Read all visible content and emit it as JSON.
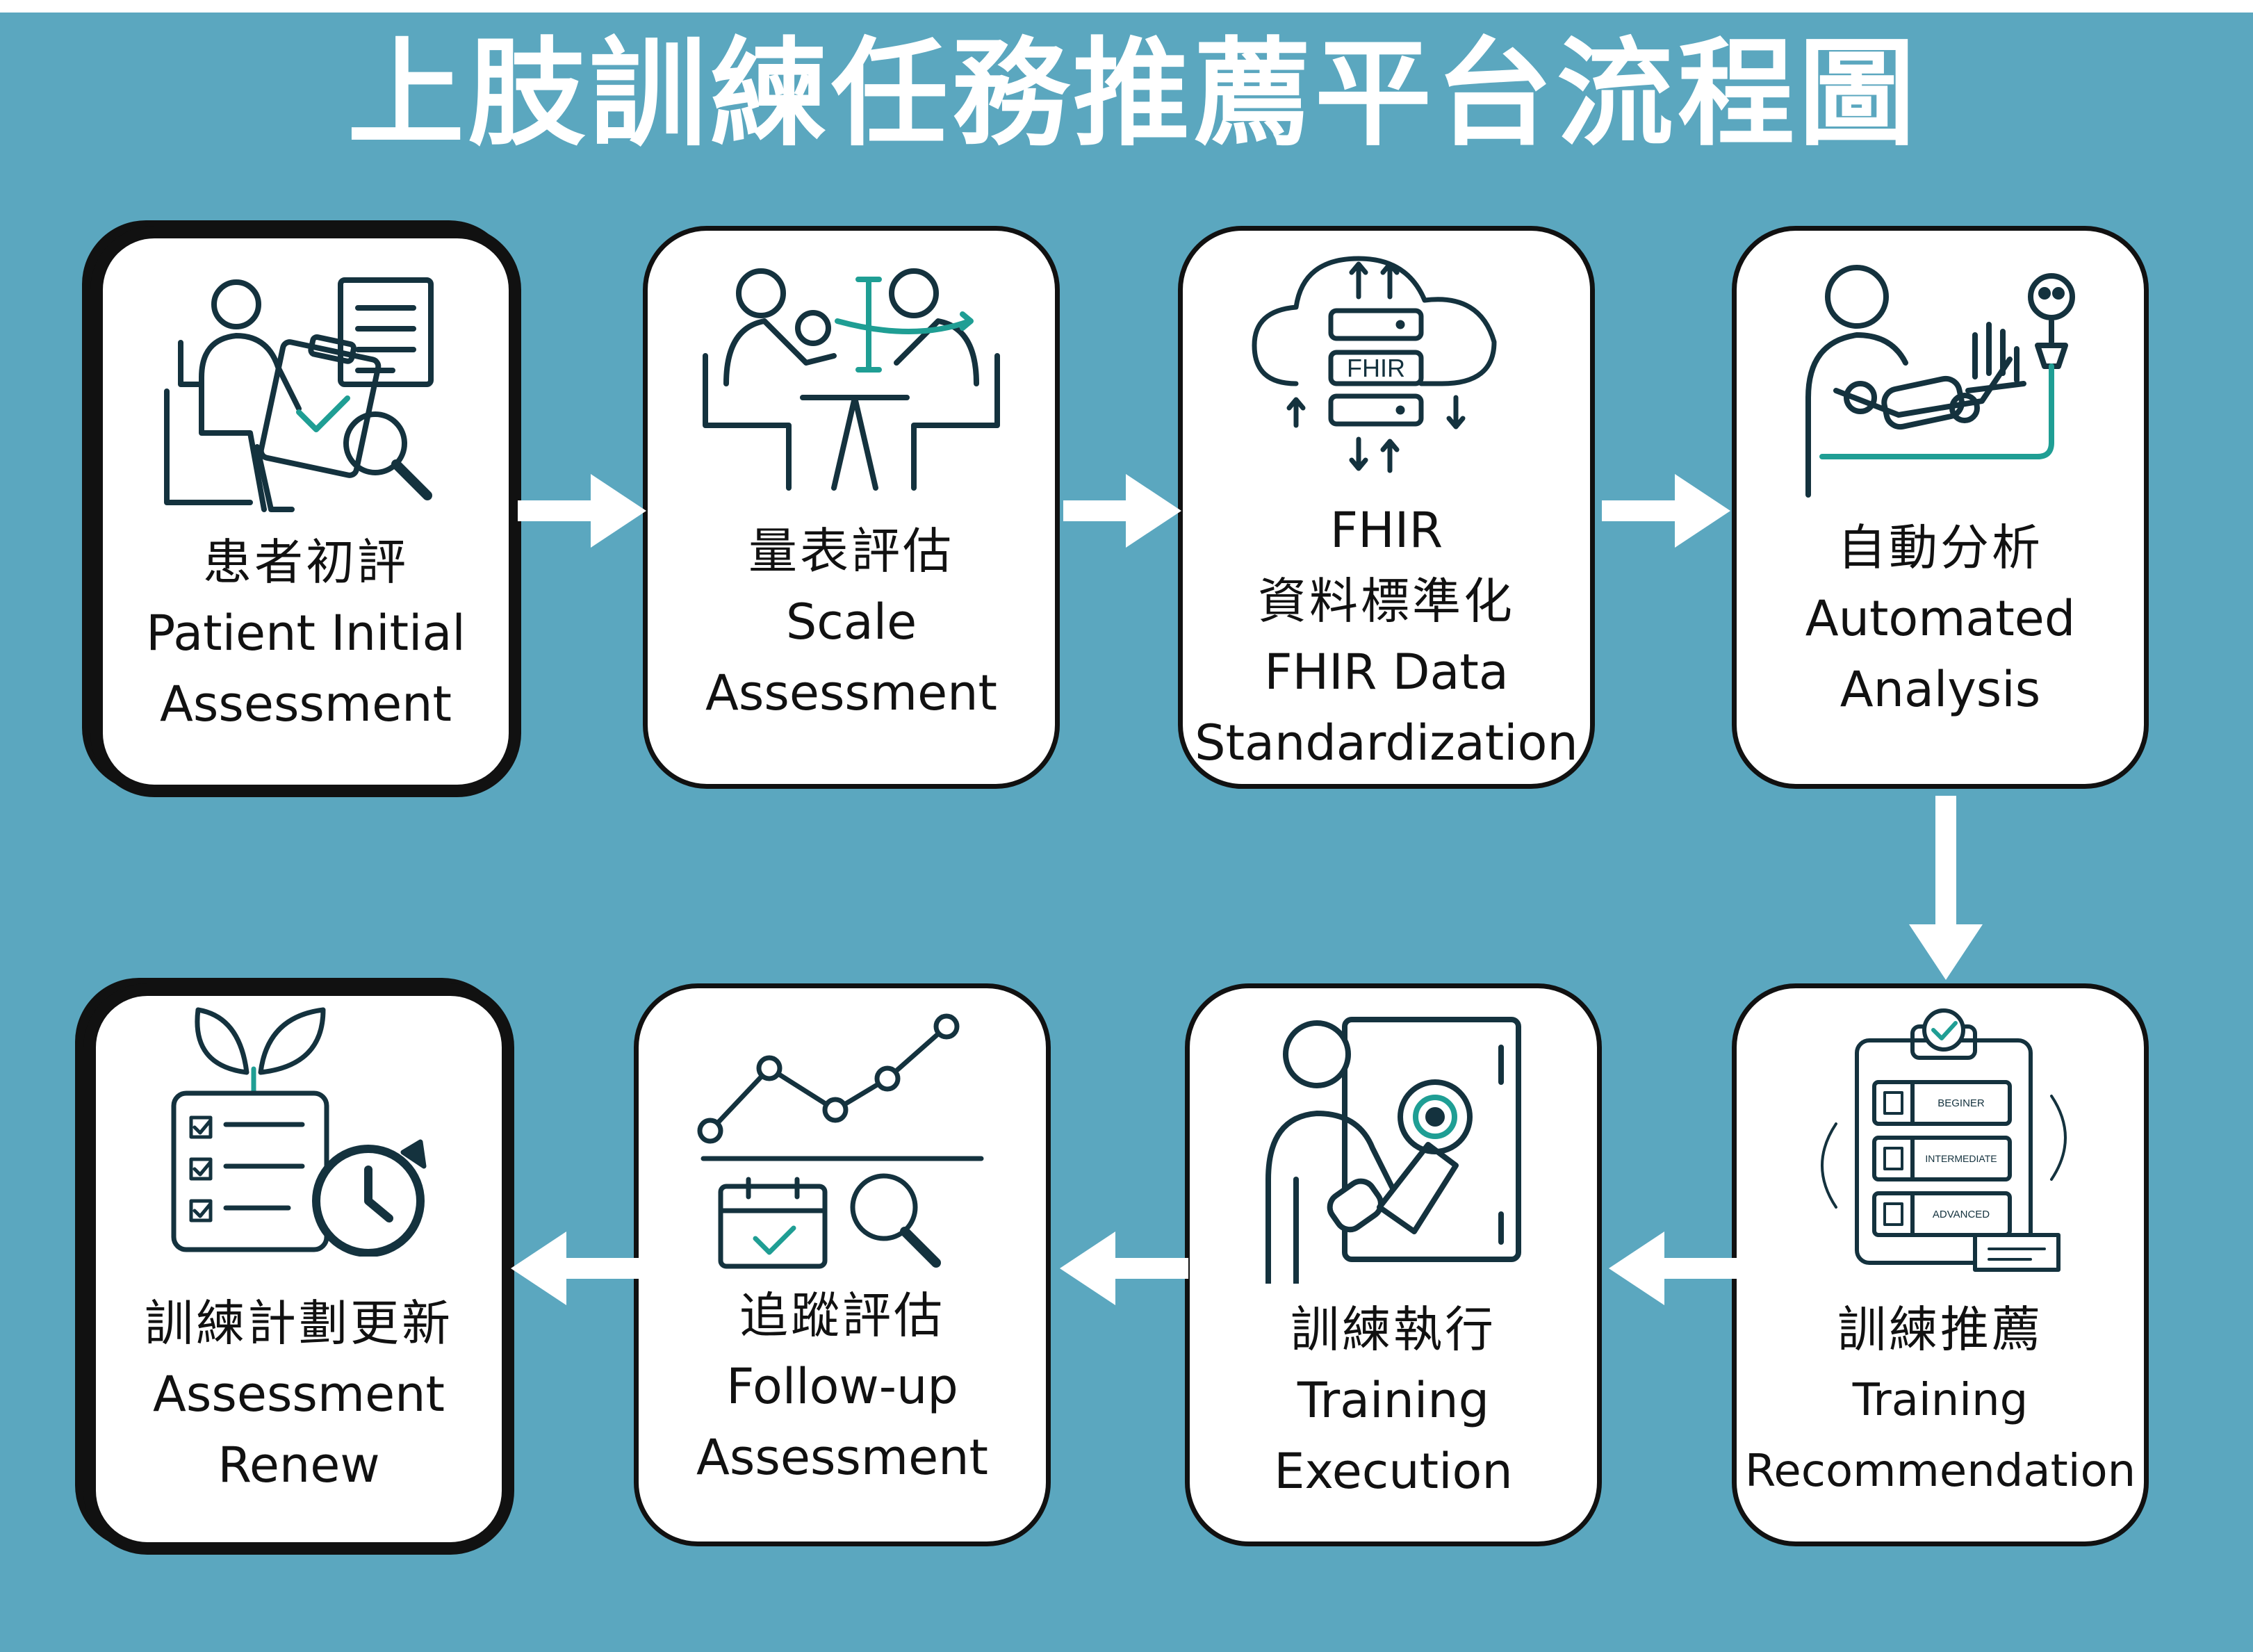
{
  "title": "上肢訓練任務推薦平台流程圖",
  "colors": {
    "background": "#5ba7bf",
    "card": "#ffffff",
    "border": "#111111",
    "icon_stroke": "#14323e",
    "accent": "#1f9e94",
    "arrow": "#ffffff"
  },
  "steps": [
    {
      "zh": "患者初評",
      "en1": "Patient Initial",
      "en2": "Assessment",
      "icon": "patient-assessment-icon"
    },
    {
      "zh": "量表評估",
      "en1": "Scale",
      "en2": "Assessment",
      "icon": "scale-measurement-icon"
    },
    {
      "head": "FHIR",
      "zh": "資料標準化",
      "en1": "FHIR Data",
      "en2": "Standardization",
      "icon": "fhir-cloud-server-icon",
      "icon_text": "FHIR"
    },
    {
      "zh": "自動分析",
      "en1": "Automated",
      "en2": "Analysis",
      "icon": "robot-arm-analysis-icon"
    },
    {
      "zh": "訓練推薦",
      "en1": "Training",
      "en2": "Recommendation",
      "icon": "recommendation-clipboard-icon",
      "levels": [
        "BEGINER",
        "INTERMEDIATE",
        "ADVANCED"
      ]
    },
    {
      "zh": "訓練執行",
      "en1": "Training",
      "en2": "Execution",
      "icon": "training-execution-icon"
    },
    {
      "zh": "追蹤評估",
      "en1": "Follow-up",
      "en2": "Assessment",
      "icon": "follow-up-chart-icon"
    },
    {
      "zh": "訓練計劃更新",
      "en1": "Assessment",
      "en2": "Renew",
      "icon": "plan-renew-icon"
    }
  ]
}
